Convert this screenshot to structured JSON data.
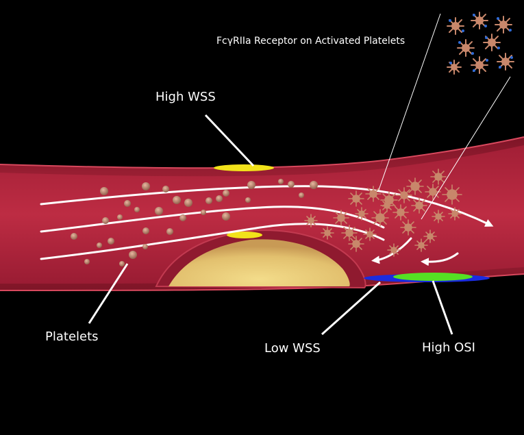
{
  "labels": {
    "receptor": "FcγRIIa Receptor on Activated Platelets",
    "high_wss": "High WSS",
    "platelets": "Platelets",
    "low_wss": "Low WSS",
    "high_osi": "High OSI"
  },
  "colors": {
    "background": "#000000",
    "vessel_wall": "#a3223a",
    "vessel_lumen": "#b8283f",
    "plaque_fill": "#e6c878",
    "high_wss_marker": "#f2e21a",
    "low_wss_marker": "#1a2ce0",
    "high_osi_marker": "#55e024",
    "platelet": "#c99077",
    "flow_lines": "#ffffff"
  }
}
